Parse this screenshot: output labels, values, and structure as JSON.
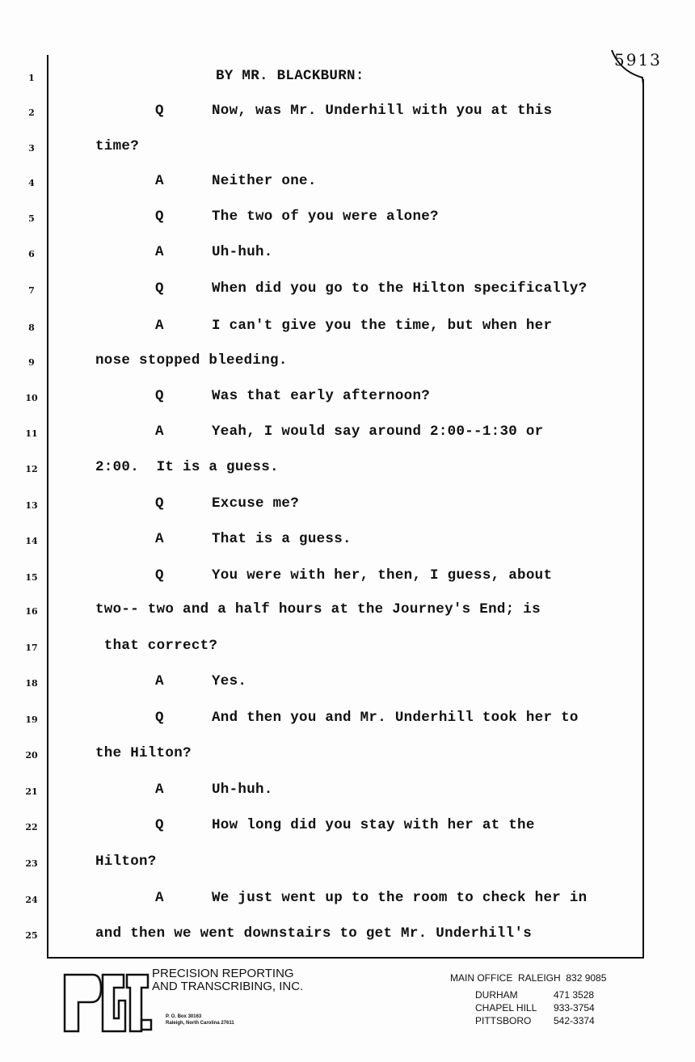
{
  "page_number": "5913",
  "lines": [
    {
      "n": "1",
      "type": "heading",
      "text": "BY MR. BLACKBURN:"
    },
    {
      "n": "2",
      "type": "qa",
      "speaker": "Q",
      "text": "Now, was Mr. Underhill with you at this"
    },
    {
      "n": "3",
      "type": "cont",
      "text": "time?"
    },
    {
      "n": "4",
      "type": "qa",
      "speaker": "A",
      "text": "Neither one."
    },
    {
      "n": "5",
      "type": "qa",
      "speaker": "Q",
      "text": "The two of you were alone?"
    },
    {
      "n": "6",
      "type": "qa",
      "speaker": "A",
      "text": "Uh-huh."
    },
    {
      "n": "7",
      "type": "qa",
      "speaker": "Q",
      "text": "When did you go to the Hilton specifically?"
    },
    {
      "n": "8",
      "type": "qa",
      "speaker": "A",
      "text": "I can't give you the time, but when her"
    },
    {
      "n": "9",
      "type": "cont",
      "text": "nose stopped bleeding."
    },
    {
      "n": "10",
      "type": "qa",
      "speaker": "Q",
      "text": "Was that early afternoon?"
    },
    {
      "n": "11",
      "type": "qa",
      "speaker": "A",
      "text": "Yeah, I would say around 2:00--1:30 or"
    },
    {
      "n": "12",
      "type": "cont",
      "text": "2:00.  It is a guess."
    },
    {
      "n": "13",
      "type": "qa",
      "speaker": "Q",
      "text": "Excuse me?"
    },
    {
      "n": "14",
      "type": "qa",
      "speaker": "A",
      "text": "That is a guess."
    },
    {
      "n": "15",
      "type": "qa",
      "speaker": "Q",
      "text": "You were with her, then, I guess, about"
    },
    {
      "n": "16",
      "type": "cont",
      "text": "two-- two and a half hours at the Journey's End; is"
    },
    {
      "n": "17",
      "type": "cont",
      "text": " that correct?"
    },
    {
      "n": "18",
      "type": "qa",
      "speaker": "A",
      "text": "Yes."
    },
    {
      "n": "19",
      "type": "qa",
      "speaker": "Q",
      "text": "And then you and Mr. Underhill took her to"
    },
    {
      "n": "20",
      "type": "cont",
      "text": "the Hilton?"
    },
    {
      "n": "21",
      "type": "qa",
      "speaker": "A",
      "text": "Uh-huh."
    },
    {
      "n": "22",
      "type": "qa",
      "speaker": "Q",
      "text": "How long did you stay with her at the"
    },
    {
      "n": "23",
      "type": "cont",
      "text": "Hilton?"
    },
    {
      "n": "24",
      "type": "qa",
      "speaker": "A",
      "text": "We just went up to the room to check her in"
    },
    {
      "n": "25",
      "type": "cont",
      "text": "and then we went downstairs to get Mr. Underhill's"
    }
  ],
  "footer": {
    "logo_text": "P&T",
    "company_line1": "PRECISION REPORTING",
    "company_line2": "AND TRANSCRIBING, INC.",
    "po_box": "P. O. Box 30163",
    "city": "Raleigh, North Carolina 27611",
    "main_office": "MAIN OFFICE  RALEIGH  832 9085",
    "offices": [
      {
        "name": "DURHAM",
        "phone": "471 3528"
      },
      {
        "name": "CHAPEL HILL",
        "phone": "933-3754"
      },
      {
        "name": "PITTSBORO",
        "phone": "542-3374"
      }
    ]
  }
}
